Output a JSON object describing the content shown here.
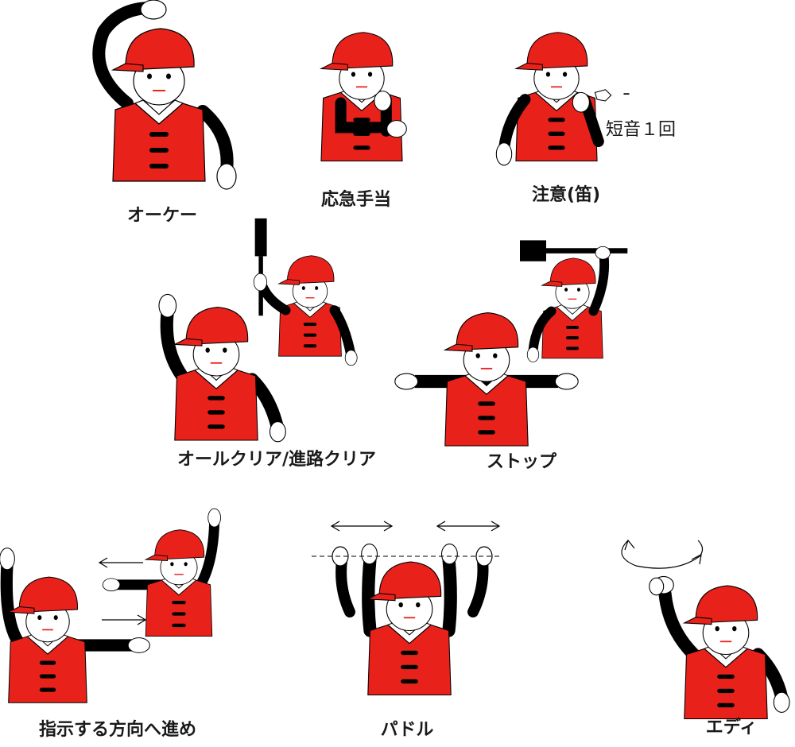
{
  "signals": [
    {
      "id": "okay",
      "label": "オーケー"
    },
    {
      "id": "first-aid",
      "label": "応急手当"
    },
    {
      "id": "caution",
      "label": "注意(笛)",
      "note": "短音１回"
    },
    {
      "id": "all-clear",
      "label": "オールクリア/進路クリア"
    },
    {
      "id": "stop",
      "label": "ストップ"
    },
    {
      "id": "direction",
      "label": "指示する方向へ進め"
    },
    {
      "id": "paddle",
      "label": "パドル"
    },
    {
      "id": "eddy",
      "label": "エディ"
    }
  ],
  "colors": {
    "vest": "#e8221b",
    "outline": "#000000",
    "face": "#ffffff"
  }
}
